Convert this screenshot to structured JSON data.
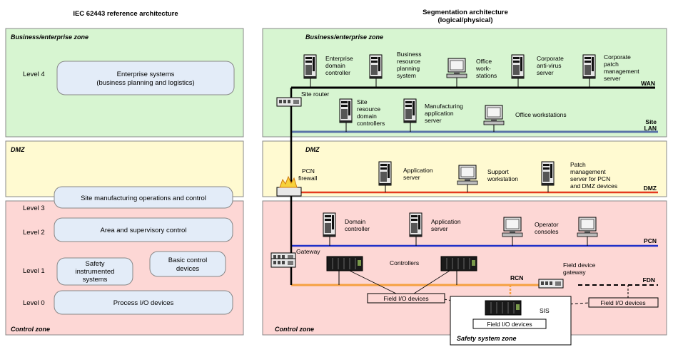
{
  "left": {
    "title": "IEC 62443 reference architecture",
    "zone_business": "Business/enterprise zone",
    "zone_dmz": "DMZ",
    "zone_control": "Control zone",
    "level4": "Level 4",
    "level3": "Level 3",
    "level2": "Level 2",
    "level1": "Level 1",
    "level0": "Level 0",
    "enterprise_l1": "Enterprise systems",
    "enterprise_l2": "(business planning and logistics)",
    "site_ops": "Site manufacturing operations and control",
    "area_sup": "Area and supervisory control",
    "sis_l1": "Safety",
    "sis_l2": "instrumented",
    "sis_l3": "systems",
    "bcd_l1": "Basic control",
    "bcd_l2": "devices",
    "process_io": "Process I/O devices"
  },
  "right": {
    "title_l1": "Segmentation architecture",
    "title_l2": "(logical/physical)",
    "zone_business": "Business/enterprise zone",
    "zone_dmz": "DMZ",
    "zone_control": "Control zone",
    "zone_safety": "Safety system zone",
    "ent_dc": [
      "Enterprise",
      "domain",
      "controller"
    ],
    "brp": [
      "Business",
      "resource",
      "planning",
      "system"
    ],
    "office_ws": [
      "Office",
      "work-",
      "stations"
    ],
    "av": [
      "Corporate",
      "anti-virus",
      "server"
    ],
    "patch": [
      "Corporate",
      "patch",
      "management",
      "server"
    ],
    "wan": "WAN",
    "site_router": "Site router",
    "site_rdc": [
      "Site",
      "resource",
      "domain",
      "controllers"
    ],
    "mfg_app": [
      "Manufacturing",
      "application",
      "server"
    ],
    "office_ws2": "Office workstations",
    "site_lan_l1": "Site",
    "site_lan_l2": "LAN",
    "pcn_fw": [
      "PCN",
      "firewall"
    ],
    "app_server": [
      "Application",
      "server"
    ],
    "support_ws": [
      "Support",
      "workstation"
    ],
    "patch_pcn": [
      "Patch",
      "management",
      "server for PCN",
      "and DMZ devices"
    ],
    "dmz_label": "DMZ",
    "domain_ctrl": [
      "Domain",
      "controller"
    ],
    "app_server2": [
      "Application",
      "server"
    ],
    "op_consoles": [
      "Operator",
      "consoles"
    ],
    "pcn": "PCN",
    "gateway": "Gateway",
    "controllers": "Controllers",
    "rcn": "RCN",
    "fd_gateway": [
      "Field device",
      "gateway"
    ],
    "fdn": "FDN",
    "fio_main": "Field I/O devices",
    "fio_right": "Field I/O devices",
    "fio_sis": "Field I/O devices",
    "sis": "SIS"
  }
}
